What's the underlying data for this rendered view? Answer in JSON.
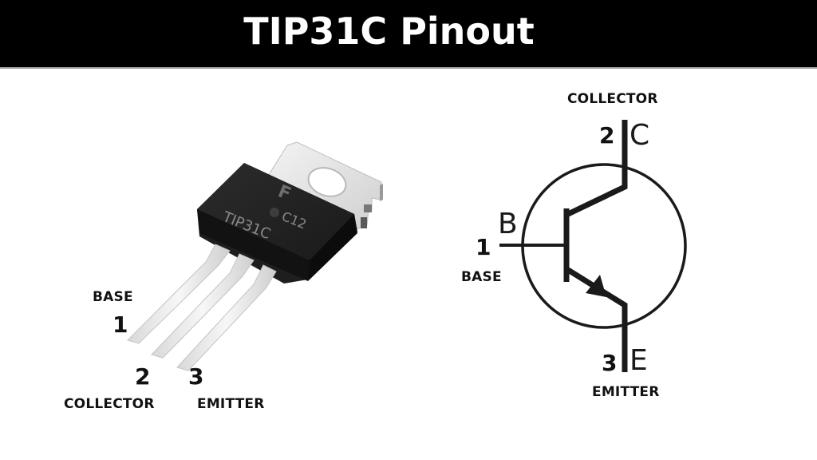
{
  "header": {
    "title": "TIP31C Pinout",
    "background": "#000000",
    "text_color": "#ffffff"
  },
  "package_photo": {
    "package": "TO-220",
    "markings": {
      "logo": "F",
      "code": "C12",
      "part_number": "TIP31C"
    },
    "pins": [
      {
        "number": "1",
        "name": "BASE"
      },
      {
        "number": "2",
        "name": "COLLECTOR"
      },
      {
        "number": "3",
        "name": "EMITTER"
      }
    ]
  },
  "schematic": {
    "type": "NPN transistor symbol",
    "terminals": [
      {
        "number": "2",
        "letter": "C",
        "name": "COLLECTOR"
      },
      {
        "number": "1",
        "letter": "B",
        "name": "BASE"
      },
      {
        "number": "3",
        "letter": "E",
        "name": "EMITTER"
      }
    ]
  }
}
